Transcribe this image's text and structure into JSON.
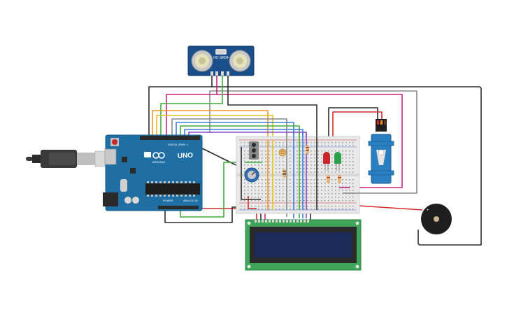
{
  "sensor": {
    "model": "HC-SR04"
  },
  "arduino": {
    "board_label": "UNO",
    "brand": "ARDUINO",
    "digital_label": "DIGITAL (PWM ~)",
    "power_label": "POWER",
    "analog_label": "ANALOG IN"
  },
  "colors": {
    "background": "#ffffff",
    "arduino_board": "#1f6fa4",
    "sensor_board": "#1a4f8c",
    "breadboard": "#e9e9e9",
    "lcd_board": "#3fa55a",
    "lcd_screen": "#1c2c5a",
    "servo": "#2a7fc0",
    "buzzer": "#1e1e1e",
    "wire_black": "#2b2b2b",
    "wire_red": "#d42a2a",
    "wire_orange": "#f0941a",
    "wire_yellow": "#e8c21a",
    "wire_green": "#3cae3c",
    "wire_blue": "#3a7fd8",
    "wire_magenta": "#c9237a",
    "wire_gray": "#8a8a8a",
    "wire_purple": "#8a45c8",
    "led_red": "#c9262b",
    "led_green": "#2aa048"
  },
  "icons": {
    "usb": "usb-plug-icon",
    "potentiometer": "potentiometer-icon",
    "photoresistor": "photoresistor-icon",
    "pushbutton": "pushbutton-icon",
    "led": "led-icon",
    "resistor": "resistor-icon",
    "servo": "servo-motor-icon",
    "buzzer": "piezo-buzzer-icon"
  }
}
